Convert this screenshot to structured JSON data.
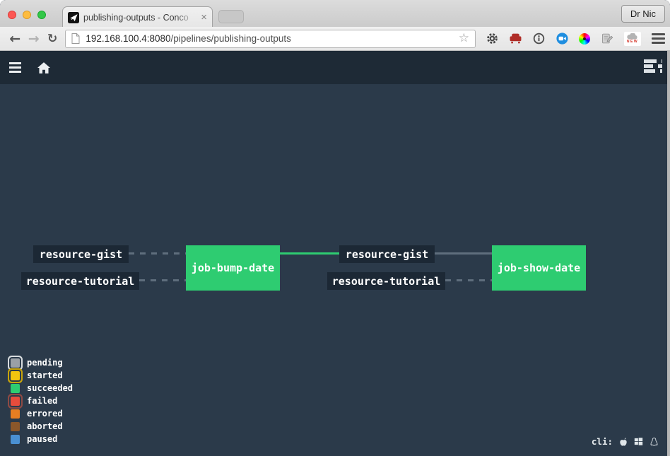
{
  "browser": {
    "profile_label": "Dr Nic",
    "tab": {
      "title": "publishing-outputs - Conco",
      "close_glyph": "×"
    },
    "toolbar": {
      "back_glyph": "←",
      "forward_glyph": "→",
      "refresh_glyph": "↻",
      "url_host": "192.168.100.4:8080",
      "url_path": "/pipelines/publishing-outputs",
      "bookmark_star_glyph": "☆",
      "cloud_badge": "NEW"
    }
  },
  "pipeline": {
    "nodes": {
      "resource_gist_1": "resource-gist",
      "resource_tutorial_1": "resource-tutorial",
      "job_bump_date": "job-bump-date",
      "resource_gist_2": "resource-gist",
      "resource_tutorial_2": "resource-tutorial",
      "job_show_date": "job-show-date"
    }
  },
  "legend": {
    "items": [
      {
        "label": "pending",
        "color": "#9aa0a6",
        "ring": "#d8dcdf"
      },
      {
        "label": "started",
        "color": "#f1c40f",
        "ring": "#c9a40a"
      },
      {
        "label": "succeeded",
        "color": "#2ecc71",
        "ring": null
      },
      {
        "label": "failed",
        "color": "#e74c3c",
        "ring": "#8f4a44"
      },
      {
        "label": "errored",
        "color": "#e67e22",
        "ring": null
      },
      {
        "label": "aborted",
        "color": "#8b572a",
        "ring": null
      },
      {
        "label": "paused",
        "color": "#4a90d2",
        "ring": null
      }
    ]
  },
  "cli": {
    "label": "cli:"
  },
  "colors": {
    "background": "#2b3a4a",
    "nav": "#1e2a36",
    "node": "#1c2835",
    "succeeded": "#2ecc71",
    "edge": "#5f6e7d"
  }
}
